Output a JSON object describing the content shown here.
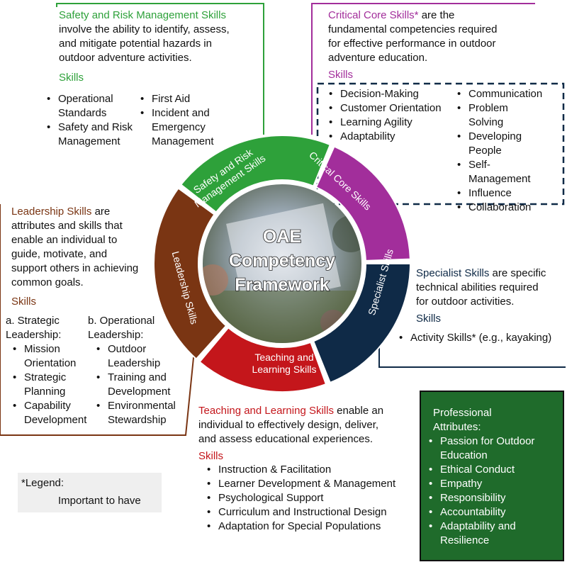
{
  "colors": {
    "safety": "#2ea13a",
    "critical": "#a22e9b",
    "specialist": "#0f2a47",
    "teaching": "#c4161b",
    "leadership": "#7a3513",
    "professional": "#1f6b2b"
  },
  "center": {
    "line1": "OAE",
    "line2": "Competency",
    "line3": "Framework"
  },
  "segments": {
    "safety": {
      "line1": "Safety and Risk",
      "line2": "Management Skills"
    },
    "critical": {
      "line1": "Critical Core Skills"
    },
    "specialist": {
      "line1": "Specialist Skills"
    },
    "teaching": {
      "line1": "Teaching and",
      "line2": "Learning Skills"
    },
    "leadership": {
      "line1": "Leadership Skills"
    }
  },
  "safety": {
    "title": "Safety and Risk Management Skills",
    "desc_l1": "involve the ability to identify, assess,",
    "desc_l2": "and mitigate potential hazards in",
    "desc_l3": "outdoor adventure activities.",
    "skills_label": "Skills",
    "col1": [
      "Operational Standards",
      "Safety and Risk Management"
    ],
    "col2": [
      "First Aid",
      "Incident and Emergency Management"
    ]
  },
  "critical": {
    "title": "Critical Core Skills*",
    "desc_l1": " are the",
    "desc_l2": "fundamental competencies required",
    "desc_l3": "for effective performance in outdoor",
    "desc_l4": "adventure education.",
    "skills_label": "Skills",
    "col1": [
      "Decision-Making",
      "Customer Orientation",
      "Learning Agility",
      "Adaptability"
    ],
    "col2": [
      "Communication",
      "Problem Solving",
      "Developing People",
      "Self-Management",
      "Influence",
      "Collaboration"
    ]
  },
  "leadership": {
    "title": "Leadership Skills",
    "desc_l1": " are",
    "desc_l2": "attributes and skills that",
    "desc_l3": "enable an individual to",
    "desc_l4": "guide, motivate, and",
    "desc_l5": "support others in achieving",
    "desc_l6": "common goals.",
    "skills_label": "Skills",
    "sub_a": "a. Strategic Leadership:",
    "sub_b": "b. Operational Leadership:",
    "col1": [
      "Mission Orientation",
      "Strategic Planning",
      "Capability Development"
    ],
    "col2": [
      "Outdoor Leadership",
      "Training and Development",
      "Environmental Stewardship"
    ]
  },
  "specialist": {
    "title": "Specialist Skills",
    "desc_l1": " are specific",
    "desc_l2": "technical abilities required",
    "desc_l3": "for outdoor activities.",
    "skills_label": "Skills",
    "items": [
      "Activity Skills* (e.g., kayaking)"
    ]
  },
  "teaching": {
    "title": "Teaching and Learning Skills",
    "desc_l1": " enable an",
    "desc_l2": "individual to effectively design, deliver,",
    "desc_l3": "and assess educational experiences.",
    "skills_label": "Skills",
    "items": [
      "Instruction & Facilitation",
      "Learner Development & Management",
      "Psychological Support",
      "Curriculum and Instructional Design",
      "Adaptation for Special Populations"
    ]
  },
  "legend": {
    "title": "*Legend:",
    "item": "Important to have"
  },
  "professional": {
    "title": "Professional Attributes:",
    "items": [
      "Passion for Outdoor Education",
      "Ethical Conduct",
      "Empathy",
      "Responsibility",
      "Accountability",
      "Adaptability and Resilience"
    ]
  }
}
